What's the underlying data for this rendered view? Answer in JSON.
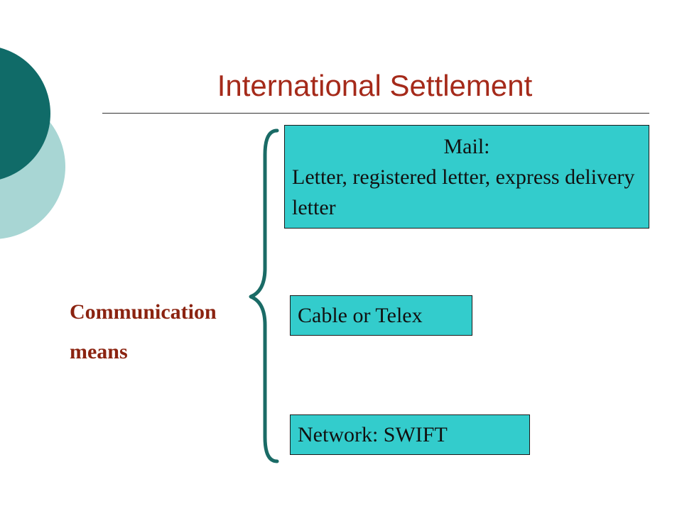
{
  "slide": {
    "title": "International Settlement"
  },
  "diagram": {
    "root_label_line1": "Communication",
    "root_label_line2": "means",
    "branches": [
      {
        "heading": "Mail:",
        "text": "Letter, registered letter, express delivery letter"
      },
      {
        "text": "Cable or Telex"
      },
      {
        "text": "Network: SWIFT"
      }
    ]
  },
  "colors": {
    "title": "#a52a1a",
    "label": "#8b2310",
    "box_fill": "#33cccc",
    "brace": "#1a6b66",
    "deco_dark": "#106b68",
    "deco_light": "#a8d6d4"
  }
}
